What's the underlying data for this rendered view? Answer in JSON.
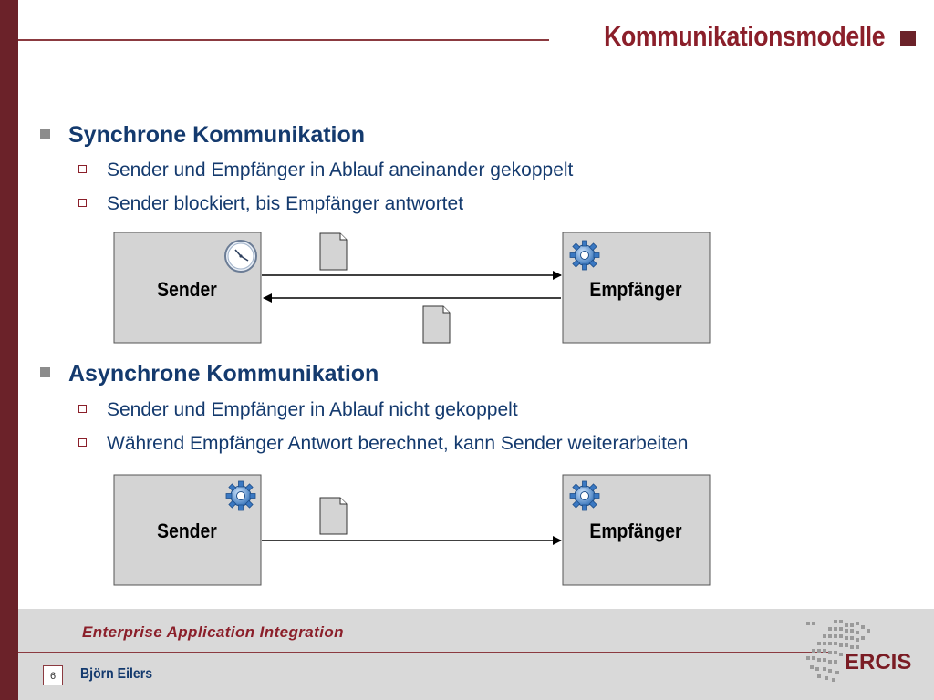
{
  "slide": {
    "title": "Kommunikationsmodelle"
  },
  "sections": [
    {
      "heading": "Synchrone Kommunikation",
      "points": [
        "Sender und Empfänger in Ablauf aneinander gekoppelt",
        "Sender blockiert, bis Empfänger antwortet"
      ],
      "diagram": {
        "sender_label": "Sender",
        "receiver_label": "Empfänger",
        "sender_icon": "clock-icon",
        "receiver_icon": "gear-icon"
      }
    },
    {
      "heading": "Asynchrone Kommunikation",
      "points": [
        "Sender und Empfänger in Ablauf nicht gekoppelt",
        "Während Empfänger Antwort berechnet, kann Sender weiterarbeiten"
      ],
      "diagram": {
        "sender_label": "Sender",
        "receiver_label": "Empfänger",
        "sender_icon": "gear-icon",
        "receiver_icon": "gear-icon"
      }
    }
  ],
  "footer": {
    "course_title": "Enterprise Application Integration",
    "page_number": "6",
    "author": "Björn Eilers",
    "logo_text": "ERCIS"
  },
  "colors": {
    "accent": "#6b2229",
    "title": "#8b1f2a",
    "text": "#143a6e",
    "box_fill": "#d4d4d4",
    "footer_bg": "#d9d9d9"
  }
}
